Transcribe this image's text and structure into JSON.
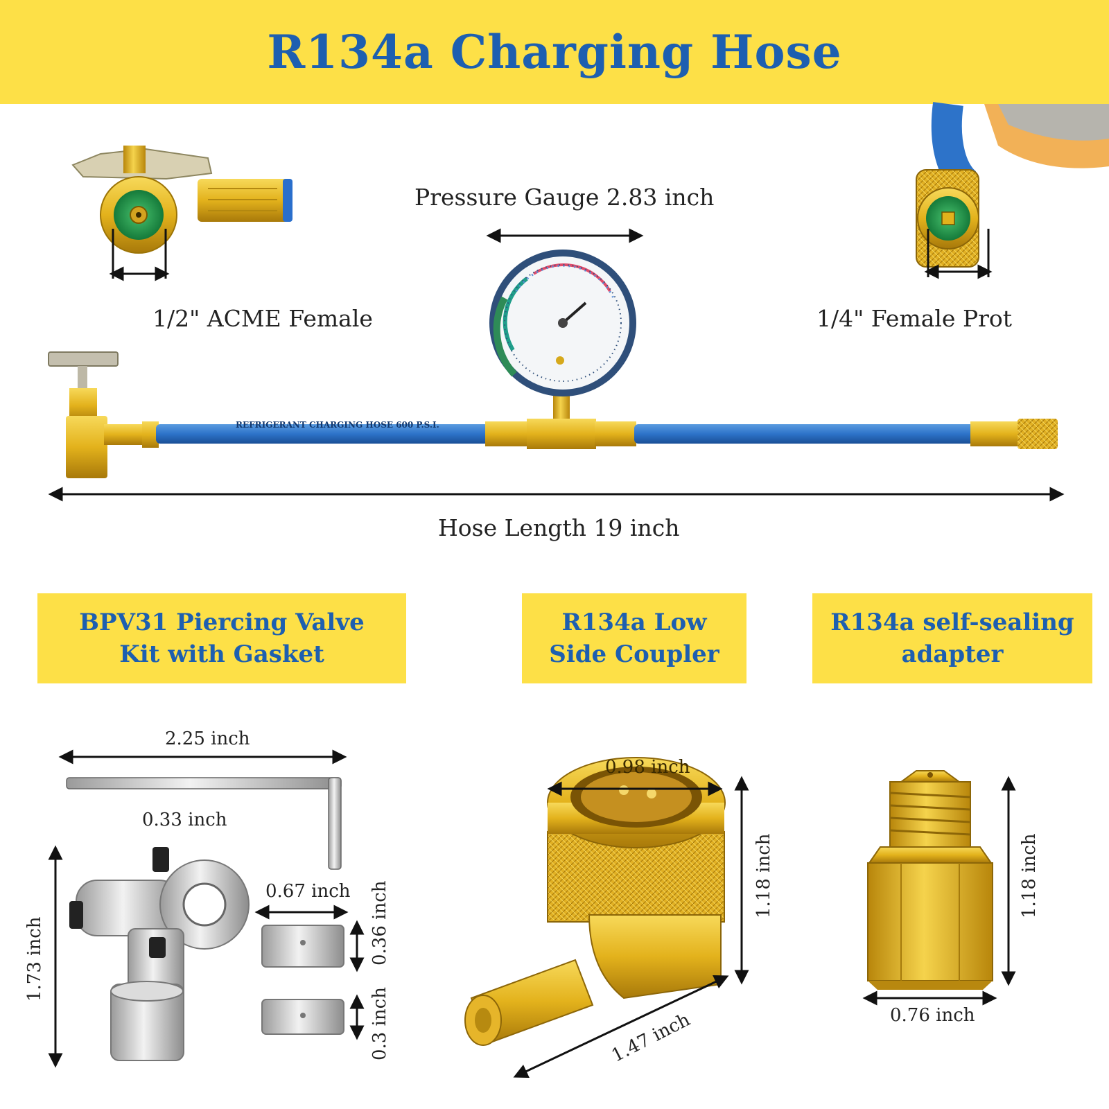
{
  "title": "R134a Charging Hose",
  "labels": {
    "pressure_gauge": "Pressure Gauge 2.83 inch",
    "acme_female": "1/2\" ACME Female",
    "female_prot": "1/4\" Female Prot",
    "hose_length": "Hose Length 19 inch",
    "hose_print": "REFRIGERANT CHARGING HOSE 600 P.S.I."
  },
  "boxes": {
    "piercing_valve": "BPV31 Piercing Valve\nKit with Gasket",
    "low_side_coupler": "R134a Low\nSide Coupler",
    "self_sealing": "R134a self-sealing\nadapter"
  },
  "dimensions": {
    "wrench_length": "2.25 inch",
    "valve_width": "0.33 inch",
    "valve_height": "1.73 inch",
    "gasket_length": "0.67 inch",
    "gasket_height_1": "0.36 inch",
    "gasket_height_2": "0.3 inch",
    "coupler_top": "0.98 inch",
    "coupler_height": "1.18 inch",
    "coupler_diagonal": "1.47 inch",
    "adapter_height": "1.18 inch",
    "adapter_width": "0.76 inch"
  },
  "colors": {
    "banner": "#fde047",
    "title_blue": "#1d5fb0",
    "hose_blue": "#2d73c9",
    "brass": "#e5b51f"
  }
}
